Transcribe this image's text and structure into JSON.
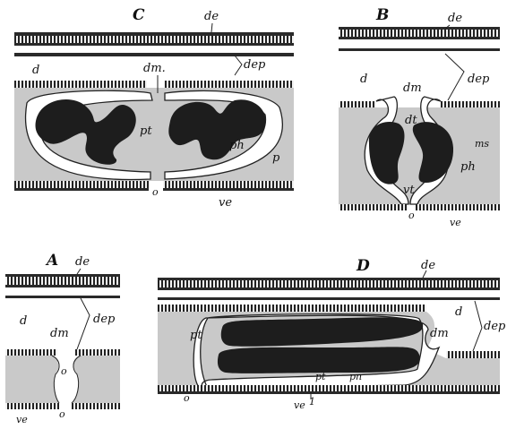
{
  "panels": {
    "A": {
      "title": "A",
      "labels": {
        "de": "de",
        "d": "d",
        "dm": "dm",
        "dep": "dep",
        "o_top": "o",
        "o_bottom": "o",
        "ve": "ve"
      }
    },
    "B": {
      "title": "B",
      "labels": {
        "de": "de",
        "d": "d",
        "dm": "dm",
        "dep": "dep",
        "dt": "dt",
        "ms": "ms",
        "ph": "ph",
        "vt": "vt",
        "o": "o",
        "ve": "ve"
      }
    },
    "C": {
      "title": "C",
      "labels": {
        "de": "de",
        "d": "d",
        "dm": "dm.",
        "dep": "dep",
        "pt": "pt",
        "ph": "ph",
        "p": "p",
        "o": "o",
        "ve": "ve"
      }
    },
    "D": {
      "title": "D",
      "labels": {
        "de": "de",
        "d": "d",
        "dep": "dep",
        "dm": "dm",
        "pt_upper": "pt",
        "pt_lower": "pt",
        "pn": "pn",
        "o": "o",
        "ve": "ve",
        "marker": "1"
      }
    }
  },
  "colors": {
    "ink": "#1d1d1d",
    "tissue": "#c9c9c9",
    "paper": "#ffffff"
  }
}
